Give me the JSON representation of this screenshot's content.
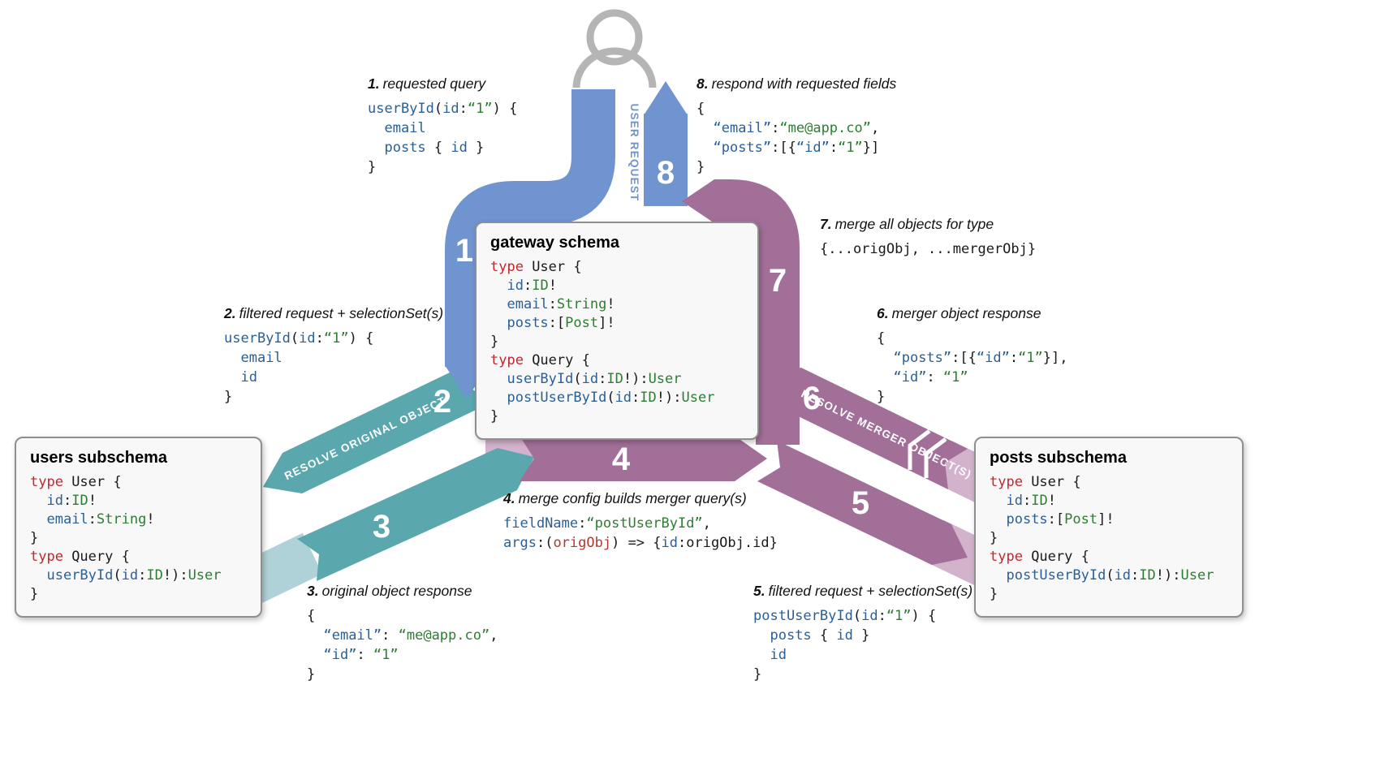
{
  "colors": {
    "blue": "#7094cf",
    "teal": "#5aa7ae",
    "teal_light": "#aed2d7",
    "purple": "#a26f99",
    "purple_light": "#d3b3cc",
    "person_gray": "#b5b5b5"
  },
  "bands": {
    "user_request": "USER REQUEST",
    "resolve_original": "RESOLVE ORIGINAL OBJECT",
    "resolve_merger": "RESOLVE MERGER OBJECT(S)",
    "n1": "1",
    "n2": "2",
    "n3": "3",
    "n4": "4",
    "n5": "5",
    "n6": "6",
    "n7": "7",
    "n8": "8"
  },
  "boxes": {
    "gateway": {
      "title": "gateway schema",
      "code": [
        [
          [
            "k",
            "type"
          ],
          [
            "p",
            " User {"
          ]
        ],
        [
          [
            "p",
            "  "
          ],
          [
            "f",
            "id"
          ],
          [
            "p",
            ":"
          ],
          [
            "t",
            "ID"
          ],
          [
            "p",
            "!"
          ]
        ],
        [
          [
            "p",
            "  "
          ],
          [
            "f",
            "email"
          ],
          [
            "p",
            ":"
          ],
          [
            "t",
            "String"
          ],
          [
            "p",
            "!"
          ]
        ],
        [
          [
            "p",
            "  "
          ],
          [
            "f",
            "posts"
          ],
          [
            "p",
            ":["
          ],
          [
            "t",
            "Post"
          ],
          [
            "p",
            "]!"
          ]
        ],
        [
          [
            "p",
            "}"
          ]
        ],
        [
          [
            "k",
            "type"
          ],
          [
            "p",
            " Query {"
          ]
        ],
        [
          [
            "p",
            "  "
          ],
          [
            "f",
            "userById"
          ],
          [
            "p",
            "("
          ],
          [
            "f",
            "id"
          ],
          [
            "p",
            ":"
          ],
          [
            "t",
            "ID"
          ],
          [
            "p",
            "!):"
          ],
          [
            "t",
            "User"
          ]
        ],
        [
          [
            "p",
            "  "
          ],
          [
            "f",
            "postUserById"
          ],
          [
            "p",
            "("
          ],
          [
            "f",
            "id"
          ],
          [
            "p",
            ":"
          ],
          [
            "t",
            "ID"
          ],
          [
            "p",
            "!):"
          ],
          [
            "t",
            "User"
          ]
        ],
        [
          [
            "p",
            "}"
          ]
        ]
      ]
    },
    "users": {
      "title": "users subschema",
      "code": [
        [
          [
            "k",
            "type"
          ],
          [
            "p",
            " User {"
          ]
        ],
        [
          [
            "p",
            "  "
          ],
          [
            "f",
            "id"
          ],
          [
            "p",
            ":"
          ],
          [
            "t",
            "ID"
          ],
          [
            "p",
            "!"
          ]
        ],
        [
          [
            "p",
            "  "
          ],
          [
            "f",
            "email"
          ],
          [
            "p",
            ":"
          ],
          [
            "t",
            "String"
          ],
          [
            "p",
            "!"
          ]
        ],
        [
          [
            "p",
            "}"
          ]
        ],
        [
          [
            "k",
            "type"
          ],
          [
            "p",
            " Query {"
          ]
        ],
        [
          [
            "p",
            "  "
          ],
          [
            "f",
            "userById"
          ],
          [
            "p",
            "("
          ],
          [
            "f",
            "id"
          ],
          [
            "p",
            ":"
          ],
          [
            "t",
            "ID"
          ],
          [
            "p",
            "!):"
          ],
          [
            "t",
            "User"
          ]
        ],
        [
          [
            "p",
            "}"
          ]
        ]
      ]
    },
    "posts": {
      "title": "posts subschema",
      "code": [
        [
          [
            "k",
            "type"
          ],
          [
            "p",
            " User {"
          ]
        ],
        [
          [
            "p",
            "  "
          ],
          [
            "f",
            "id"
          ],
          [
            "p",
            ":"
          ],
          [
            "t",
            "ID"
          ],
          [
            "p",
            "!"
          ]
        ],
        [
          [
            "p",
            "  "
          ],
          [
            "f",
            "posts"
          ],
          [
            "p",
            ":["
          ],
          [
            "t",
            "Post"
          ],
          [
            "p",
            "]!"
          ]
        ],
        [
          [
            "p",
            "}"
          ]
        ],
        [
          [
            "k",
            "type"
          ],
          [
            "p",
            " Query {"
          ]
        ],
        [
          [
            "p",
            "  "
          ],
          [
            "f",
            "postUserById"
          ],
          [
            "p",
            "("
          ],
          [
            "f",
            "id"
          ],
          [
            "p",
            ":"
          ],
          [
            "t",
            "ID"
          ],
          [
            "p",
            "!):"
          ],
          [
            "t",
            "User"
          ]
        ],
        [
          [
            "p",
            "}"
          ]
        ]
      ]
    }
  },
  "annotations": {
    "a1": {
      "num": "1.",
      "title": "requested query",
      "code": [
        [
          [
            "f",
            "userById"
          ],
          [
            "p",
            "("
          ],
          [
            "f",
            "id"
          ],
          [
            "p",
            ":"
          ],
          [
            "s",
            "“1”"
          ],
          [
            "p",
            ") {"
          ]
        ],
        [
          [
            "p",
            "  "
          ],
          [
            "f",
            "email"
          ]
        ],
        [
          [
            "p",
            "  "
          ],
          [
            "f",
            "posts"
          ],
          [
            "p",
            " { "
          ],
          [
            "f",
            "id"
          ],
          [
            "p",
            " }"
          ]
        ],
        [
          [
            "p",
            "}"
          ]
        ]
      ]
    },
    "a2": {
      "num": "2.",
      "title": "filtered request + selectionSet(s)",
      "code": [
        [
          [
            "f",
            "userById"
          ],
          [
            "p",
            "("
          ],
          [
            "f",
            "id"
          ],
          [
            "p",
            ":"
          ],
          [
            "s",
            "“1”"
          ],
          [
            "p",
            ") {"
          ]
        ],
        [
          [
            "p",
            "  "
          ],
          [
            "f",
            "email"
          ]
        ],
        [
          [
            "p",
            "  "
          ],
          [
            "f",
            "id"
          ]
        ],
        [
          [
            "p",
            "}"
          ]
        ]
      ]
    },
    "a3": {
      "num": "3.",
      "title": "original object response",
      "code": [
        [
          [
            "p",
            "{"
          ]
        ],
        [
          [
            "p",
            "  "
          ],
          [
            "f",
            "“email”"
          ],
          [
            "p",
            ": "
          ],
          [
            "s",
            "“me@app.co”"
          ],
          [
            "p",
            ","
          ]
        ],
        [
          [
            "p",
            "  "
          ],
          [
            "f",
            "“id”"
          ],
          [
            "p",
            ": "
          ],
          [
            "s",
            "“1”"
          ]
        ],
        [
          [
            "p",
            "}"
          ]
        ]
      ]
    },
    "a4": {
      "num": "4.",
      "title": "merge config builds merger query(s)",
      "code": [
        [
          [
            "f",
            "fieldName"
          ],
          [
            "p",
            ":"
          ],
          [
            "s",
            "“postUserById”"
          ],
          [
            "p",
            ","
          ]
        ],
        [
          [
            "f",
            "args"
          ],
          [
            "p",
            ":("
          ],
          [
            "a",
            "origObj"
          ],
          [
            "p",
            ") => {"
          ],
          [
            "f",
            "id"
          ],
          [
            "p",
            ":origObj.id}"
          ]
        ]
      ]
    },
    "a5": {
      "num": "5.",
      "title": "filtered request + selectionSet(s)",
      "code": [
        [
          [
            "f",
            "postUserById"
          ],
          [
            "p",
            "("
          ],
          [
            "f",
            "id"
          ],
          [
            "p",
            ":"
          ],
          [
            "s",
            "“1”"
          ],
          [
            "p",
            ") {"
          ]
        ],
        [
          [
            "p",
            "  "
          ],
          [
            "f",
            "posts"
          ],
          [
            "p",
            " { "
          ],
          [
            "f",
            "id"
          ],
          [
            "p",
            " }"
          ]
        ],
        [
          [
            "p",
            "  "
          ],
          [
            "f",
            "id"
          ]
        ],
        [
          [
            "p",
            "}"
          ]
        ]
      ]
    },
    "a6": {
      "num": "6.",
      "title": "merger object response",
      "code": [
        [
          [
            "p",
            "{"
          ]
        ],
        [
          [
            "p",
            "  "
          ],
          [
            "f",
            "“posts”"
          ],
          [
            "p",
            ":[{"
          ],
          [
            "f",
            "“id”"
          ],
          [
            "p",
            ":"
          ],
          [
            "s",
            "“1”"
          ],
          [
            "p",
            "}],"
          ]
        ],
        [
          [
            "p",
            "  "
          ],
          [
            "f",
            "“id”"
          ],
          [
            "p",
            ": "
          ],
          [
            "s",
            "“1”"
          ]
        ],
        [
          [
            "p",
            "}"
          ]
        ]
      ]
    },
    "a7": {
      "num": "7.",
      "title": "merge all objects for type",
      "code": [
        [
          [
            "p",
            "{...origObj, ...mergerObj}"
          ]
        ]
      ]
    },
    "a8": {
      "num": "8.",
      "title": "respond with requested fields",
      "code": [
        [
          [
            "p",
            "{"
          ]
        ],
        [
          [
            "p",
            "  "
          ],
          [
            "f",
            "“email”"
          ],
          [
            "p",
            ":"
          ],
          [
            "s",
            "“me@app.co”"
          ],
          [
            "p",
            ","
          ]
        ],
        [
          [
            "p",
            "  "
          ],
          [
            "f",
            "“posts”"
          ],
          [
            "p",
            ":[{"
          ],
          [
            "f",
            "“id”"
          ],
          [
            "p",
            ":"
          ],
          [
            "s",
            "“1”"
          ],
          [
            "p",
            "}]"
          ]
        ],
        [
          [
            "p",
            "}"
          ]
        ]
      ]
    }
  }
}
